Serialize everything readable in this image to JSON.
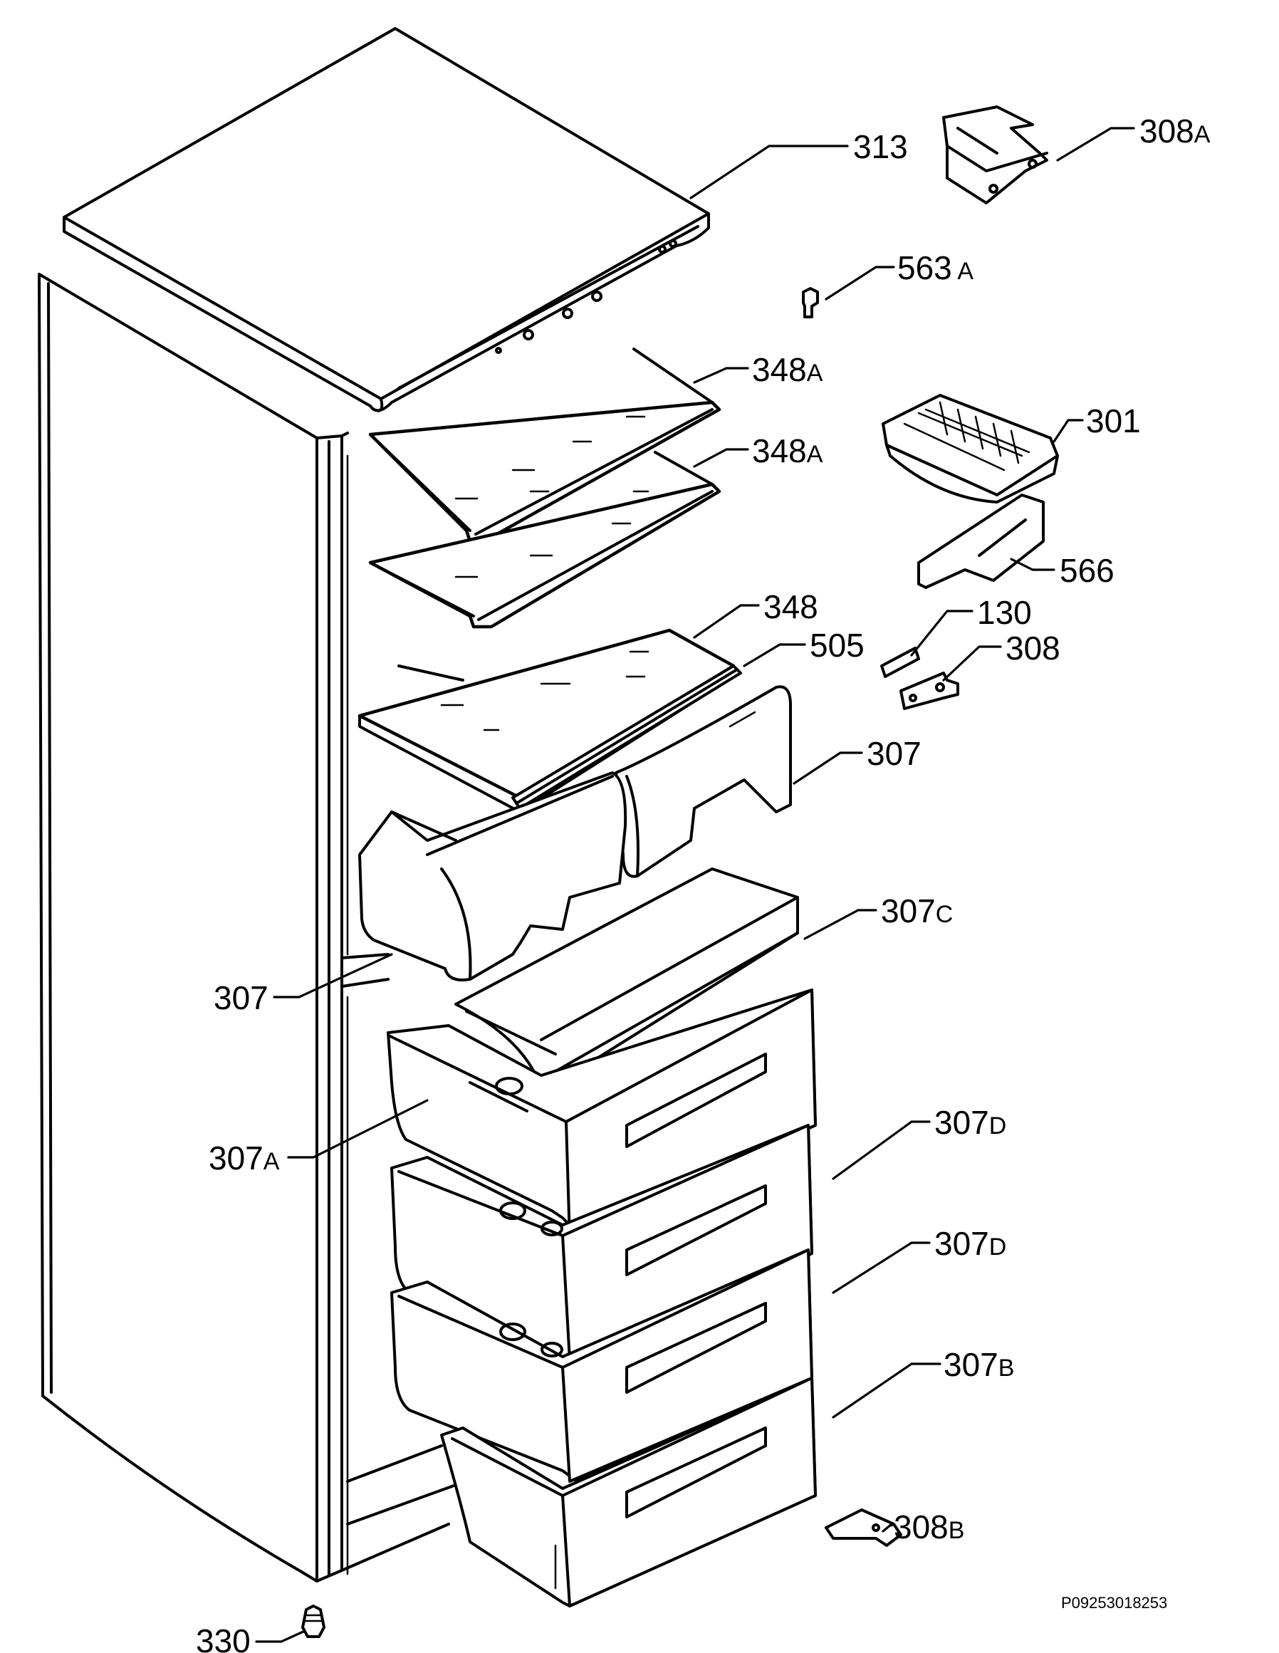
{
  "labels": [
    {
      "id": "313",
      "number": "313",
      "suffix": ""
    },
    {
      "id": "308A",
      "number": "308",
      "suffix": "A"
    },
    {
      "id": "563A",
      "number": "563",
      "suffix": " A"
    },
    {
      "id": "348A-1",
      "number": "348",
      "suffix": "A"
    },
    {
      "id": "301",
      "number": "301",
      "suffix": ""
    },
    {
      "id": "348A-2",
      "number": "348",
      "suffix": "A"
    },
    {
      "id": "566",
      "number": "566",
      "suffix": ""
    },
    {
      "id": "348",
      "number": "348",
      "suffix": ""
    },
    {
      "id": "130",
      "number": "130",
      "suffix": ""
    },
    {
      "id": "505",
      "number": "505",
      "suffix": ""
    },
    {
      "id": "308",
      "number": "308",
      "suffix": ""
    },
    {
      "id": "307-right",
      "number": "307",
      "suffix": ""
    },
    {
      "id": "307C",
      "number": "307",
      "suffix": "C"
    },
    {
      "id": "307-left",
      "number": "307",
      "suffix": ""
    },
    {
      "id": "307D-1",
      "number": "307",
      "suffix": "D"
    },
    {
      "id": "307A",
      "number": "307",
      "suffix": "A"
    },
    {
      "id": "307D-2",
      "number": "307",
      "suffix": "D"
    },
    {
      "id": "307B",
      "number": "307",
      "suffix": "B"
    },
    {
      "id": "308B",
      "number": "308",
      "suffix": "B"
    },
    {
      "id": "330",
      "number": "330",
      "suffix": ""
    }
  ],
  "drawing_code": "P09253018253"
}
